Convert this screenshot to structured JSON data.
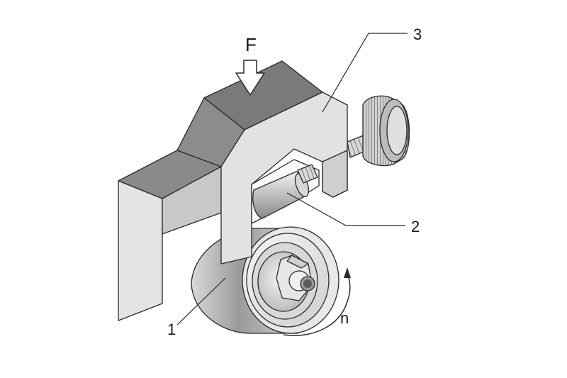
{
  "labels": {
    "force": "F",
    "part_1": "1",
    "part_2": "2",
    "part_3": "3",
    "rotation": "n"
  },
  "colors": {
    "dark_face": "#7f7f7f",
    "mid_face": "#b3b3b3",
    "light_face": "#e2e2e2",
    "line": "#2a2a2a"
  }
}
